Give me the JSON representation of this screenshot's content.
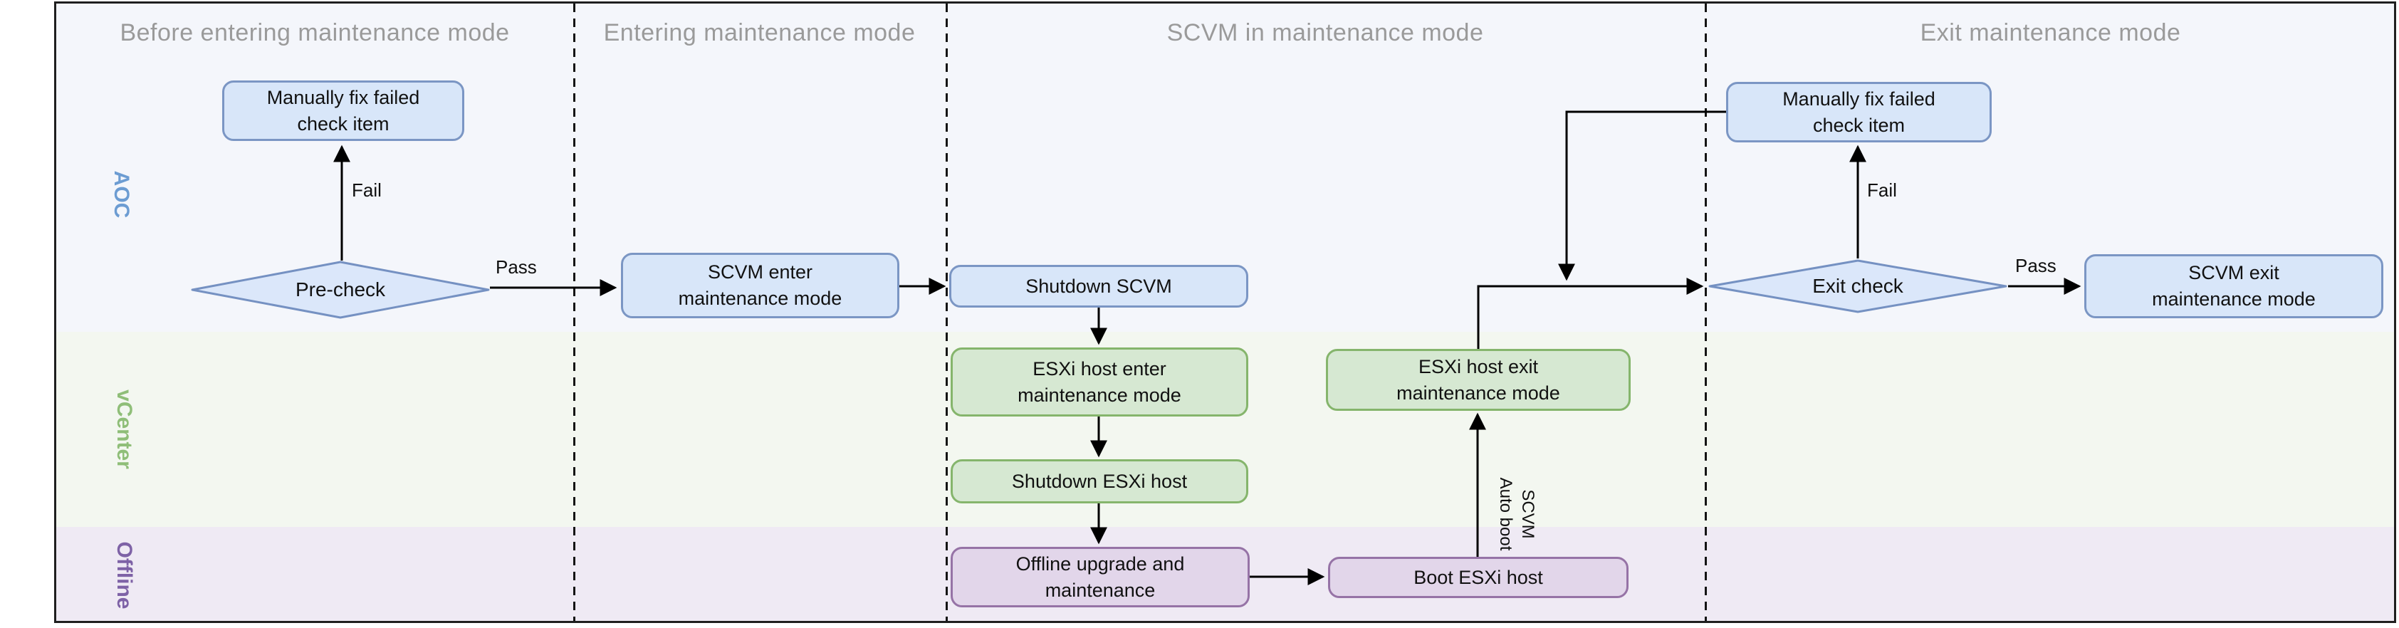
{
  "headers": [
    {
      "label": "Before entering maintenance mode"
    },
    {
      "label": "Entering maintenance mode"
    },
    {
      "label": "SCVM in maintenance mode"
    },
    {
      "label": "Exit maintenance mode"
    }
  ],
  "lanes": [
    {
      "label": "AOC",
      "color": "#6c9cd2",
      "band_color": "#f4f6fb"
    },
    {
      "label": "vCenter",
      "color": "#8fbe78",
      "band_color": "#f3f7f0"
    },
    {
      "label": "Offline",
      "color": "#7e62a6",
      "band_color": "#efeaf4"
    }
  ],
  "nodes": {
    "manual_fix_left": "Manually fix failed\ncheck item",
    "pre_check": "Pre-check",
    "scvm_enter": "SCVM enter\nmaintenance mode",
    "shutdown_scvm": "Shutdown SCVM",
    "esxi_enter": "ESXi host enter\nmaintenance mode",
    "shutdown_esxi": "Shutdown ESXi host",
    "offline_upgrade": "Offline upgrade and\nmaintenance",
    "boot_esxi": "Boot ESXi host",
    "esxi_exit": "ESXi host exit\nmaintenance mode",
    "manual_fix_right": "Manually fix failed\ncheck item",
    "exit_check": "Exit check",
    "scvm_exit": "SCVM exit\nmaintenance mode"
  },
  "edge_labels": {
    "pre_check_fail": "Fail",
    "pre_check_pass": "Pass",
    "exit_check_fail": "Fail",
    "exit_check_pass": "Pass",
    "scvm_auto_boot": "SCVM\nAuto boot"
  },
  "colors": {
    "node_blue_fill": "#d8e6f9",
    "node_blue_border": "#7b96c4",
    "node_green_fill": "#d6e8d2",
    "node_green_border": "#85b56c",
    "node_purple_fill": "#e2d6ea",
    "node_purple_border": "#9673a6",
    "diamond_fill": "#dbe7fa",
    "diamond_border": "#7591c2",
    "header_text": "#9a9a9a",
    "connector": "#000000"
  }
}
